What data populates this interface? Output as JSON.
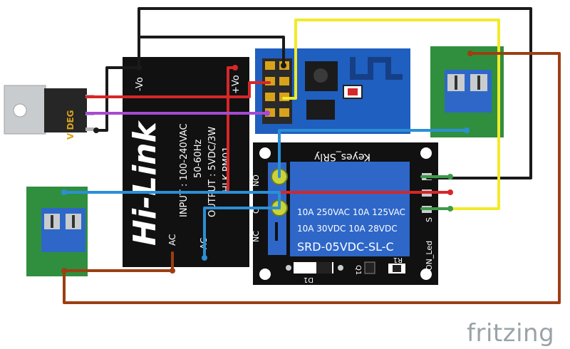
{
  "brand": "fritzing",
  "regulator": {
    "label": "V DEG"
  },
  "hlk": {
    "logo": "Hi-Link",
    "input": "INPUT : 100-240VAC",
    "freq": "50-60Hz",
    "output": "OUTPUT : 5VDC/3W",
    "model": "HLK-PM01",
    "vo_minus": "-Vo",
    "vo_plus": "+Vo",
    "ac1": "AC",
    "ac2": "AC"
  },
  "relay": {
    "brand": "Keyes_SRly",
    "no": "NO",
    "nc": "NC",
    "c": "C",
    "rating1": "10A 250VAC  10A 125VAC",
    "rating2": "10A  30VDC  10A  28VDC",
    "model": "SRD-05VDC-SL-C",
    "d1": "D1",
    "q1": "Q1",
    "r1": "R1",
    "on_led": "ON_Led",
    "s": "S"
  },
  "colors": {
    "black": "#1a1a1a",
    "red": "#d62728",
    "yellow": "#f2ea2a",
    "blue": "#2b8fd6",
    "purple": "#a64bd1",
    "brown": "#9c3f12",
    "green": "#3d9a4a",
    "esp_blue": "#1f5fbf",
    "relay_blue": "#2e67c8",
    "terminal_green": "#2f8f3e"
  }
}
